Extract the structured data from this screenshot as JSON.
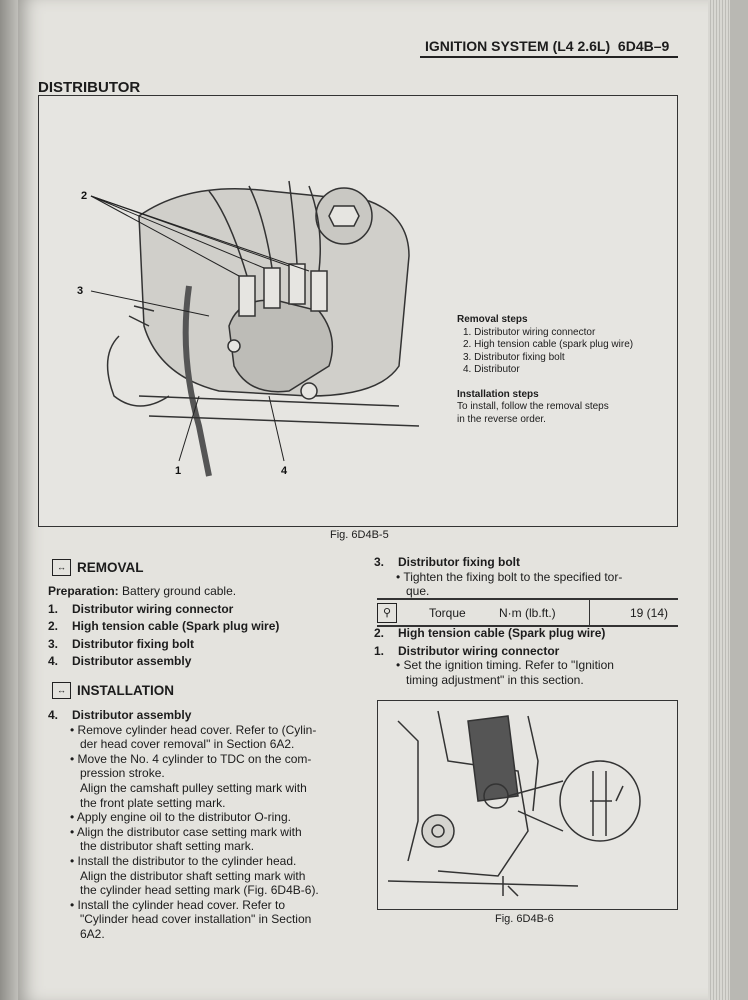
{
  "header": {
    "title": "IGNITION SYSTEM (L4 2.6L)",
    "page": "6D4B–9"
  },
  "section_title": "DISTRIBUTOR",
  "figure1": {
    "callouts": [
      "2",
      "3",
      "1",
      "4"
    ],
    "removal_heading": "Removal steps",
    "removal_steps": [
      "1. Distributor wiring connector",
      "2. High tension cable (spark plug wire)",
      "3. Distributor fixing bolt",
      "4. Distributor"
    ],
    "installation_heading": "Installation steps",
    "installation_text": [
      "To install, follow the removal steps",
      "in the reverse order."
    ],
    "caption": "Fig. 6D4B-5"
  },
  "removal": {
    "heading": "REMOVAL",
    "icon": "removal-arrows-icon",
    "preparation_label": "Preparation:",
    "preparation_text": "Battery ground cable.",
    "items": [
      {
        "num": "1.",
        "label": "Distributor wiring connector"
      },
      {
        "num": "2.",
        "label": "High tension cable (Spark plug wire)"
      },
      {
        "num": "3.",
        "label": "Distributor fixing bolt"
      },
      {
        "num": "4.",
        "label": "Distributor assembly"
      }
    ]
  },
  "installation": {
    "heading": "INSTALLATION",
    "icon": "installation-arrows-icon",
    "item_num": "4.",
    "item_label": "Distributor assembly",
    "lines": [
      {
        "type": "bullet",
        "text": "Remove cylinder head cover. Refer to (Cylin-"
      },
      {
        "type": "cont",
        "text": "der head cover removal\" in Section 6A2."
      },
      {
        "type": "bullet",
        "text": "Move the No. 4 cylinder to TDC on the com-"
      },
      {
        "type": "cont",
        "text": "pression stroke."
      },
      {
        "type": "cont",
        "text": "Align the camshaft pulley setting mark with"
      },
      {
        "type": "cont",
        "text": "the front plate setting mark."
      },
      {
        "type": "bullet",
        "text": "Apply engine oil to the distributor O-ring."
      },
      {
        "type": "bullet",
        "text": "Align the distributor case setting mark with"
      },
      {
        "type": "cont",
        "text": "the distributor shaft setting mark."
      },
      {
        "type": "bullet",
        "text": "Install the distributor to the cylinder head."
      },
      {
        "type": "cont",
        "text": "Align the distributor shaft setting mark with"
      },
      {
        "type": "cont",
        "text": "the cylinder head setting mark (Fig. 6D4B-6)."
      },
      {
        "type": "bullet",
        "text": "Install the cylinder head cover. Refer to"
      },
      {
        "type": "cont",
        "text": "\"Cylinder head cover installation\" in Section"
      },
      {
        "type": "cont",
        "text": "6A2."
      }
    ]
  },
  "right": {
    "item3_num": "3.",
    "item3_label": "Distributor fixing bolt",
    "item3_bullet": [
      "Tighten the fixing bolt to the specified tor-",
      "que."
    ],
    "torque": {
      "icon": "torque-wrench-icon",
      "label": "Torque",
      "unit": "N·m (lb.ft.)",
      "value": "19 (14)"
    },
    "item2_num": "2.",
    "item2_label": "High tension cable (Spark plug wire)",
    "item1_num": "1.",
    "item1_label": "Distributor wiring connector",
    "item1_bullet": [
      "Set the ignition timing. Refer to \"Ignition",
      "timing adjustment\" in this section."
    ]
  },
  "figure2": {
    "caption": "Fig. 6D4B-6"
  }
}
